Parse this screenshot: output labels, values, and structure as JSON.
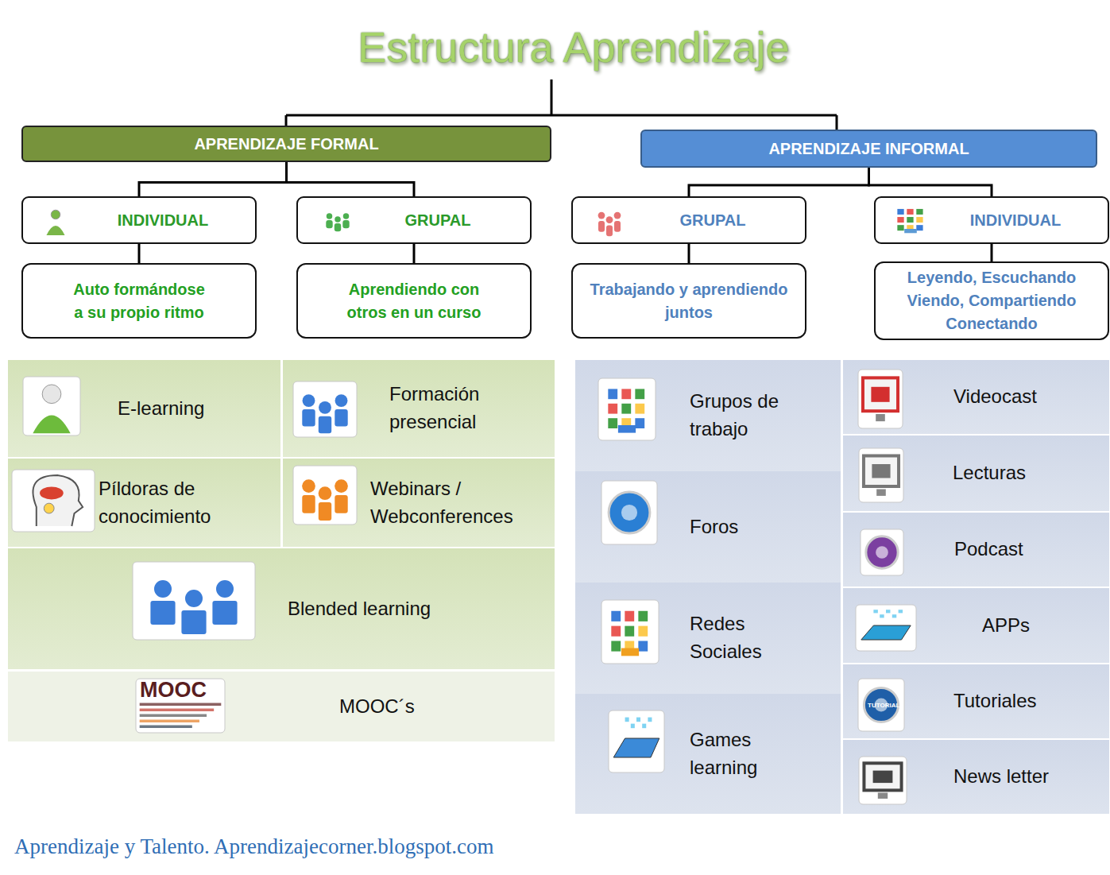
{
  "diagram": {
    "title": "Estructura Aprendizaje",
    "caption": "Aprendizaje y Talento. Aprendizajecorner.blogspot.com",
    "nodes": [
      {
        "text": [
          "APRENDIZAJE  FORMAL"
        ]
      },
      {
        "text": [
          "APRENDIZAJE   INFORMAL"
        ]
      },
      {
        "text": [
          "INDIVIDUAL"
        ]
      },
      {
        "text": [
          "GRUPAL"
        ]
      },
      {
        "text": [
          "GRUPAL"
        ]
      },
      {
        "text": [
          "INDIVIDUAL"
        ]
      },
      {
        "text": [
          "Auto formándose a su propio ritmo"
        ]
      },
      {
        "text": [
          "Aprendiendo con otros en un curso"
        ]
      },
      {
        "text": [
          "Trabajando  y aprendiendo juntos"
        ]
      },
      {
        "text": [
          "Leyendo, Escuchando Viendo, Compartiendo Conectando"
        ]
      },
      {
        "text": [
          "E-learning"
        ]
      },
      {
        "text": [
          "Formación presencial"
        ]
      },
      {
        "text": [
          "Píldoras de conocimiento"
        ]
      },
      {
        "text": [
          "Webinars / Webconferences"
        ]
      },
      {
        "text": [
          "Blended learning"
        ]
      },
      {
        "text": [
          "MOOC´s"
        ]
      },
      {
        "text": [
          "Grupos de trabajo"
        ]
      },
      {
        "text": [
          "Foros"
        ]
      },
      {
        "text": [
          "Redes Sociales"
        ]
      },
      {
        "text": [
          "Games learning"
        ]
      },
      {
        "text": [
          "Videocast"
        ]
      },
      {
        "text": [
          "Lecturas"
        ]
      },
      {
        "text": [
          "Podcast"
        ]
      },
      {
        "text": [
          "APPs"
        ]
      },
      {
        "text": [
          "Tutoriales"
        ]
      },
      {
        "text": [
          "News letter"
        ]
      }
    ],
    "edges": [
      {
        "from": 0,
        "to": 2,
        "arrow": "none"
      },
      {
        "from": 0,
        "to": 3,
        "arrow": "none"
      },
      {
        "from": 1,
        "to": 4,
        "arrow": "none"
      },
      {
        "from": 1,
        "to": 5,
        "arrow": "none"
      },
      {
        "from": 2,
        "to": 6,
        "arrow": "none"
      },
      {
        "from": 3,
        "to": 7,
        "arrow": "none"
      },
      {
        "from": 4,
        "to": 8,
        "arrow": "none"
      },
      {
        "from": 5,
        "to": 9,
        "arrow": "none"
      }
    ],
    "labels": [
      "MOOC",
      "TUTORIAL"
    ]
  }
}
